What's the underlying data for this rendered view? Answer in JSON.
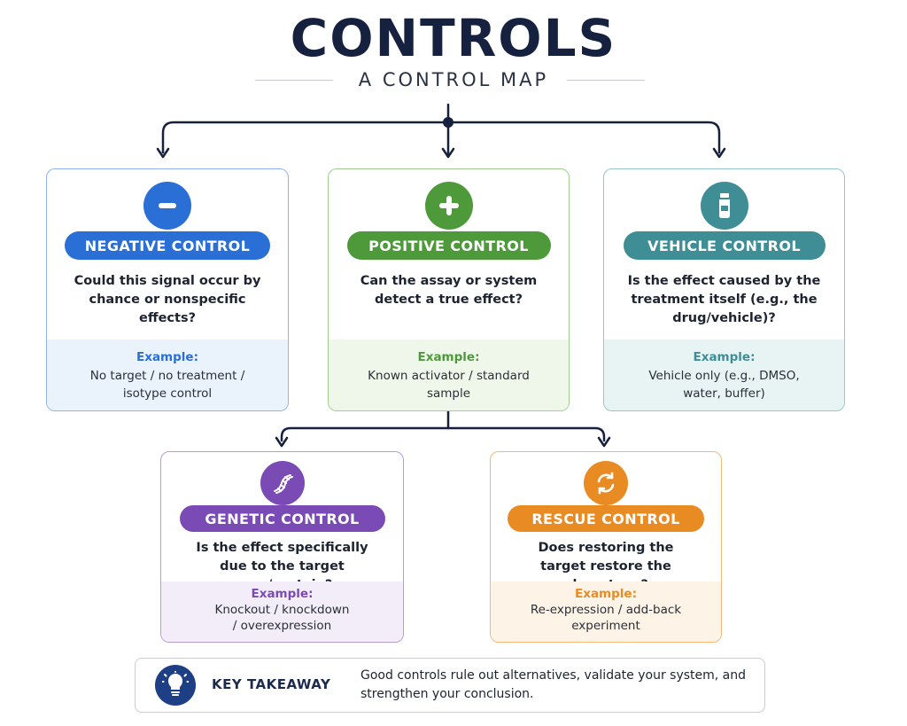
{
  "title": "CONTROLS",
  "subtitle": "A CONTROL MAP",
  "cards": {
    "negative": {
      "icon": "minus-icon",
      "color": "#2a6fd6",
      "label": "NEGATIVE CONTROL",
      "question": "Could this signal occur by chance or nonspecific effects?",
      "example_label": "Example:",
      "example_text": "No target / no treatment / isotype control"
    },
    "positive": {
      "icon": "plus-icon",
      "color": "#4e9a3a",
      "label": "POSITIVE CONTROL",
      "question": "Can the assay or system detect a true effect?",
      "example_label": "Example:",
      "example_text": "Known activator / standard sample"
    },
    "vehicle": {
      "icon": "vial-icon",
      "color": "#3f8e95",
      "label": "VEHICLE CONTROL",
      "question": "Is the effect caused by the treatment itself (e.g., the drug/vehicle)?",
      "example_label": "Example:",
      "example_text": "Vehicle only (e.g., DMSO, water, buffer)"
    },
    "genetic": {
      "icon": "dna-icon",
      "color": "#7a4bb4",
      "label": "GENETIC CONTROL",
      "question": "Is the effect specifically due to the target gene/protein?",
      "example_label": "Example:",
      "example_text": "Knockout / knockdown / overexpression"
    },
    "rescue": {
      "icon": "refresh-icon",
      "color": "#e98b23",
      "label": "RESCUE CONTROL",
      "question": "Does restoring the target restore the phenotype?",
      "example_label": "Example:",
      "example_text": "Re-expression / add-back experiment"
    }
  },
  "takeaway": {
    "icon": "lightbulb-icon",
    "label": "KEY TAKEAWAY",
    "text": "Good controls rule out alternatives, validate your system, and strengthen your conclusion."
  }
}
